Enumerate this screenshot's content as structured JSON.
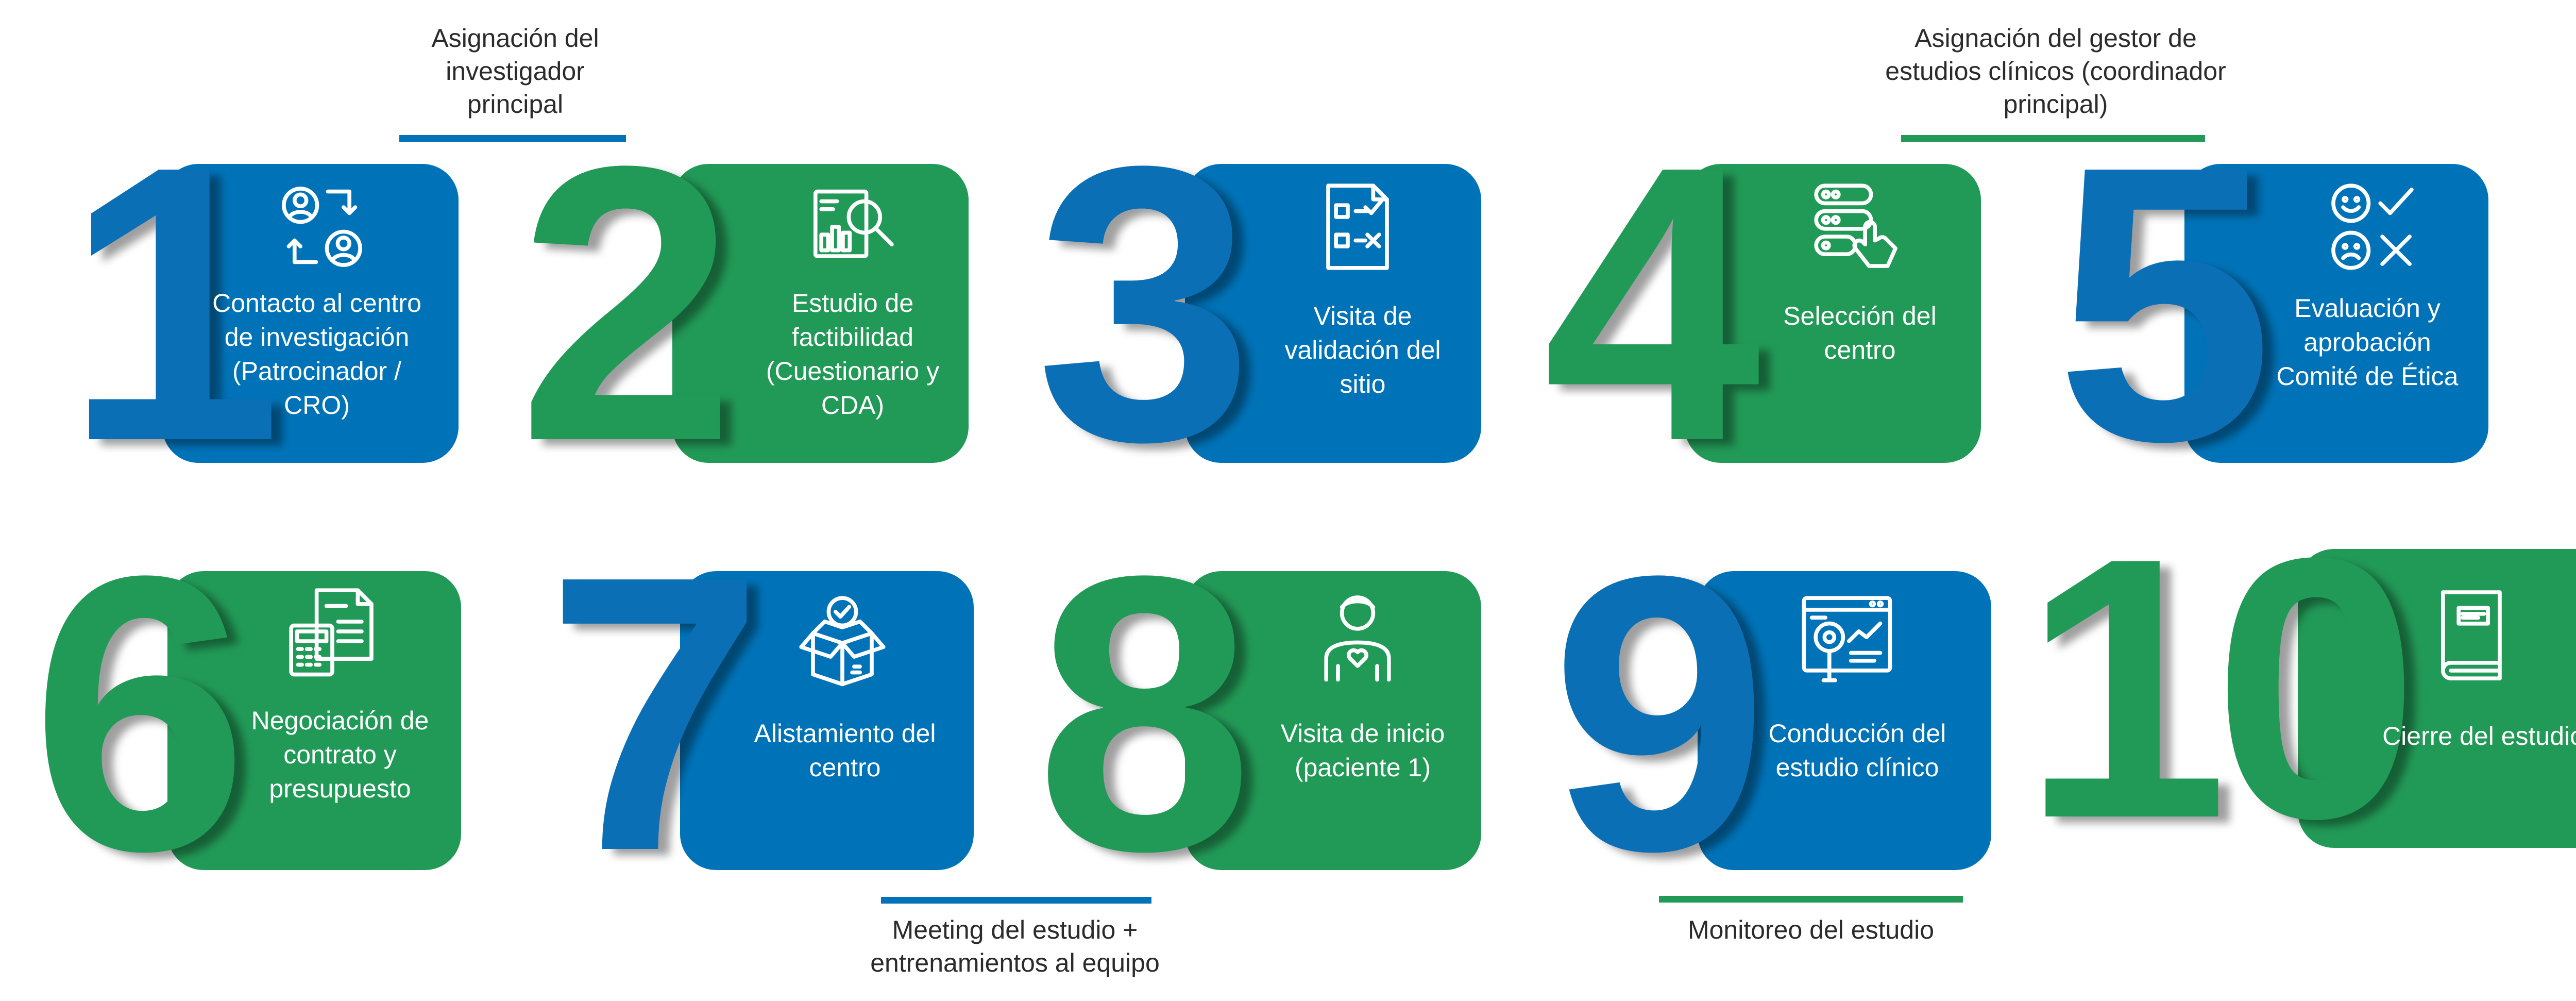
{
  "colors": {
    "blue": "#0073b8",
    "green": "#229a57",
    "text": "#2b2b2b"
  },
  "steps": [
    {
      "number": "1",
      "label": "Contacto al centro de investigación (Patrocinador / CRO)",
      "icon": "two-people-exchange-icon",
      "color": "blue"
    },
    {
      "number": "2",
      "label": "Estudio de factibilidad (Cuestionario y CDA)",
      "icon": "document-magnifier-icon",
      "color": "green"
    },
    {
      "number": "3",
      "label": "Visita de validación del sitio",
      "icon": "checklist-icon",
      "color": "blue"
    },
    {
      "number": "4",
      "label": "Selección del centro",
      "icon": "server-click-icon",
      "color": "green"
    },
    {
      "number": "5",
      "label": "Evaluación y aprobación Comité de Ética",
      "icon": "smiley-check-cross-icon",
      "color": "blue"
    },
    {
      "number": "6",
      "label": "Negociación de contrato y presupuesto",
      "icon": "calculator-document-icon",
      "color": "green"
    },
    {
      "number": "7",
      "label": "Alistamiento del centro",
      "icon": "open-box-check-icon",
      "color": "blue"
    },
    {
      "number": "8",
      "label": "Visita de inicio (paciente 1)",
      "icon": "patient-icon",
      "color": "green"
    },
    {
      "number": "9",
      "label": "Conducción del estudio clínico",
      "icon": "browser-analytics-icon",
      "color": "blue"
    },
    {
      "number": "10",
      "label": "Cierre del estudio",
      "icon": "closed-book-icon",
      "color": "green"
    }
  ],
  "annotations": {
    "investigador": "Asignación del investigador principal",
    "gestor": "Asignación del gestor de estudios clínicos (coordinador principal)",
    "meeting": "Meeting del estudio + entrenamientos al equipo",
    "monitoreo": "Monitoreo del estudio"
  }
}
